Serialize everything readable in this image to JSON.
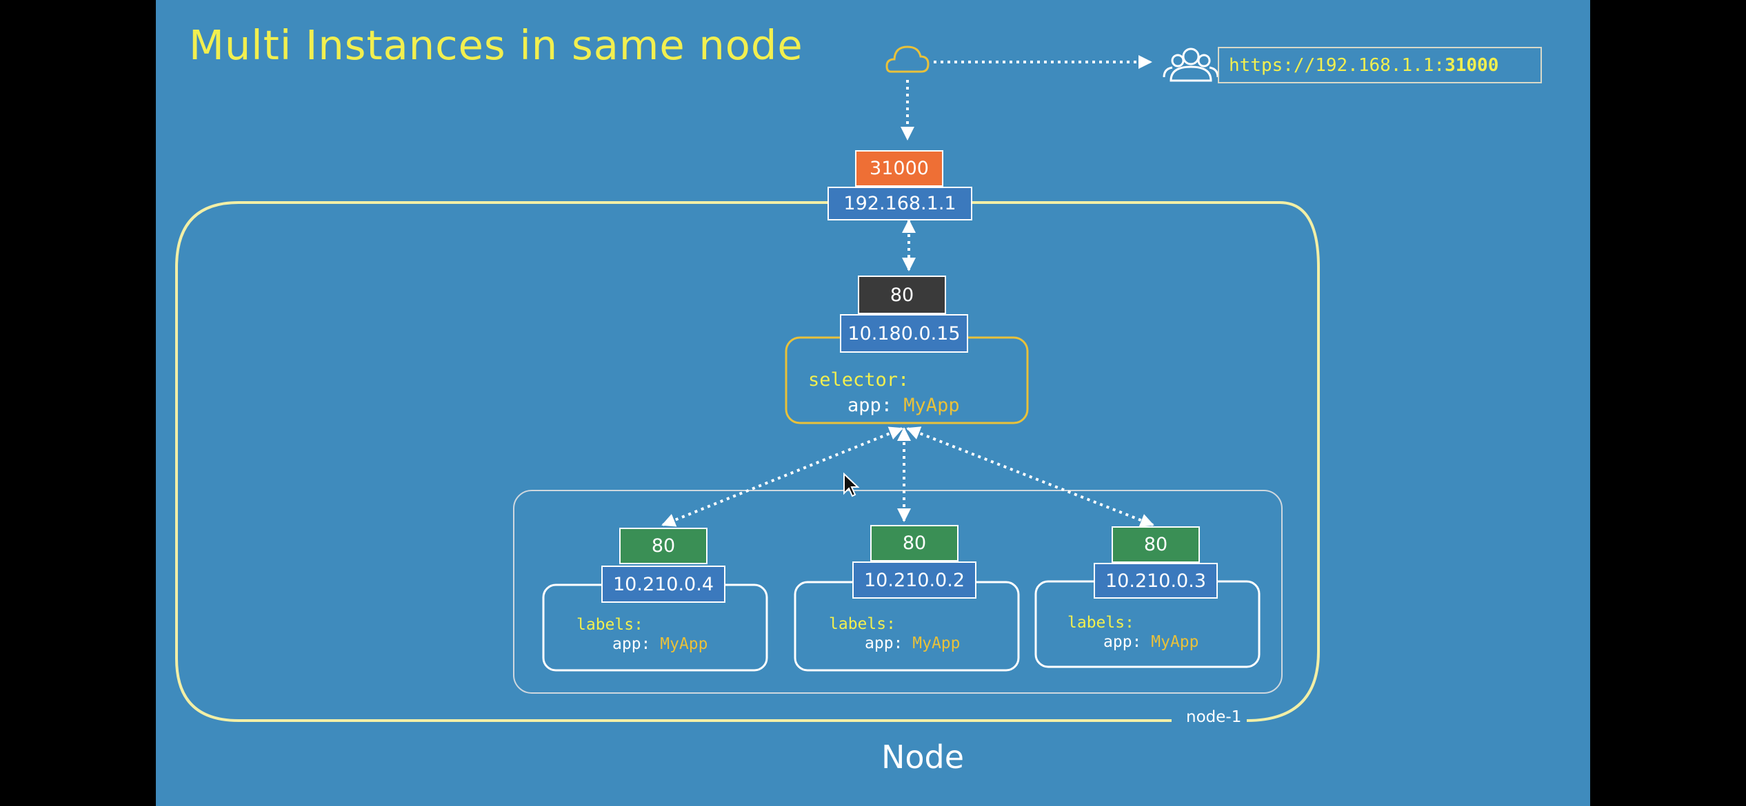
{
  "title": "Multi Instances in same node",
  "url": {
    "prefix": "https://192.168.1.1:",
    "port": "31000"
  },
  "icons": {
    "cloud": "cloud-icon",
    "user": "user-icon",
    "cursor": "mouse-cursor-icon"
  },
  "node_port": {
    "port": "31000",
    "ip": "192.168.1.1"
  },
  "service": {
    "port": "80",
    "ip": "10.180.0.15",
    "selector_key": "selector:",
    "selector_label": "app:",
    "selector_value": "MyApp"
  },
  "pods": [
    {
      "port": "80",
      "ip": "10.210.0.4",
      "labels_key": "labels:",
      "label_key": "app:",
      "label_value": "MyApp"
    },
    {
      "port": "80",
      "ip": "10.210.0.2",
      "labels_key": "labels:",
      "label_key": "app:",
      "label_value": "MyApp"
    },
    {
      "port": "80",
      "ip": "10.210.0.3",
      "labels_key": "labels:",
      "label_key": "app:",
      "label_value": "MyApp"
    }
  ],
  "node_name": "node-1",
  "node_caption": "Node",
  "colors": {
    "background": "#3f8bbd",
    "title": "#f2ef4f",
    "node_border": "#f2efa6",
    "selector_border": "#e9c13a",
    "node_port_box": "#ee6f35",
    "service_port_box": "#3a3a3a",
    "ip_box": "#3b79bd",
    "pod_port_box": "#3a8f55"
  }
}
